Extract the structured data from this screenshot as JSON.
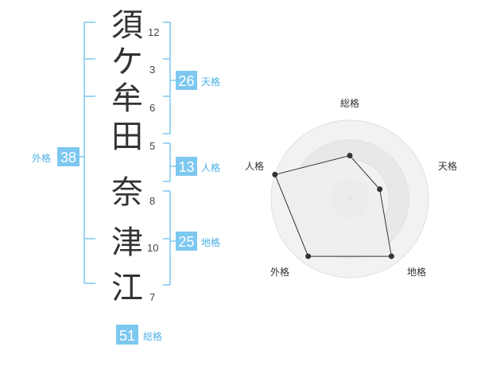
{
  "colors": {
    "bracket": "#7dc8f0",
    "badge": "#7dc8f0",
    "badge_text": "#ffffff",
    "label": "#4db0e6",
    "ring_outer": "#f2f2f2",
    "ring_mid": "#e8e8e8",
    "ring_inner": "#dddddd",
    "ring_stroke": "#e0e0e0",
    "polygon_fill": "#eeeeee",
    "polygon_stroke": "#333333"
  },
  "characters": [
    {
      "char": "須",
      "strokes": "12"
    },
    {
      "char": "ケ",
      "strokes": "3"
    },
    {
      "char": "牟",
      "strokes": "6"
    },
    {
      "char": "田",
      "strokes": "5"
    },
    {
      "char": "奈",
      "strokes": "8"
    },
    {
      "char": "津",
      "strokes": "10"
    },
    {
      "char": "江",
      "strokes": "7"
    }
  ],
  "fortune": {
    "ten": {
      "value": "26",
      "label": "天格"
    },
    "jin": {
      "value": "13",
      "label": "人格"
    },
    "chi": {
      "value": "25",
      "label": "地格"
    },
    "gai": {
      "value": "38",
      "label": "外格"
    },
    "so": {
      "value": "51",
      "label": "総格"
    }
  },
  "chart_data": {
    "type": "radar",
    "axes": [
      "総格",
      "天格",
      "地格",
      "外格",
      "人格"
    ],
    "values": [
      0.55,
      0.4,
      0.9,
      0.9,
      1.0
    ],
    "max": 1.0,
    "rings": 4
  }
}
